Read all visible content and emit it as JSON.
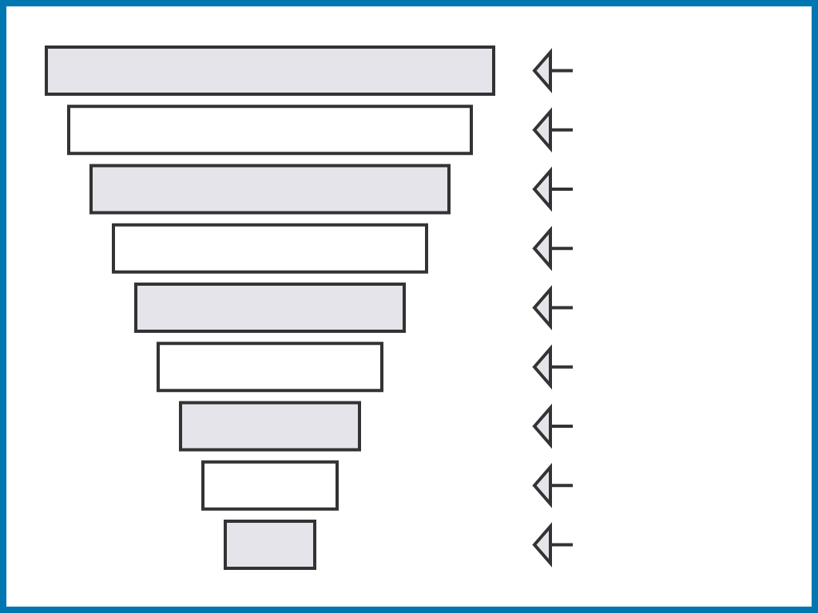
{
  "colors": {
    "frame_border": "#0077b0",
    "background": "#ffffff",
    "stroke": "#333333",
    "fill_shaded": "#e4e4ea",
    "fill_plain": "#ffffff"
  },
  "funnel": {
    "levels": [
      {
        "fill": "shaded",
        "label": ""
      },
      {
        "fill": "plain",
        "label": ""
      },
      {
        "fill": "shaded",
        "label": ""
      },
      {
        "fill": "plain",
        "label": ""
      },
      {
        "fill": "shaded",
        "label": ""
      },
      {
        "fill": "plain",
        "label": ""
      },
      {
        "fill": "shaded",
        "label": ""
      },
      {
        "fill": "plain",
        "label": ""
      },
      {
        "fill": "shaded",
        "label": ""
      }
    ],
    "pointer_icon": "left-arrow-icon"
  }
}
